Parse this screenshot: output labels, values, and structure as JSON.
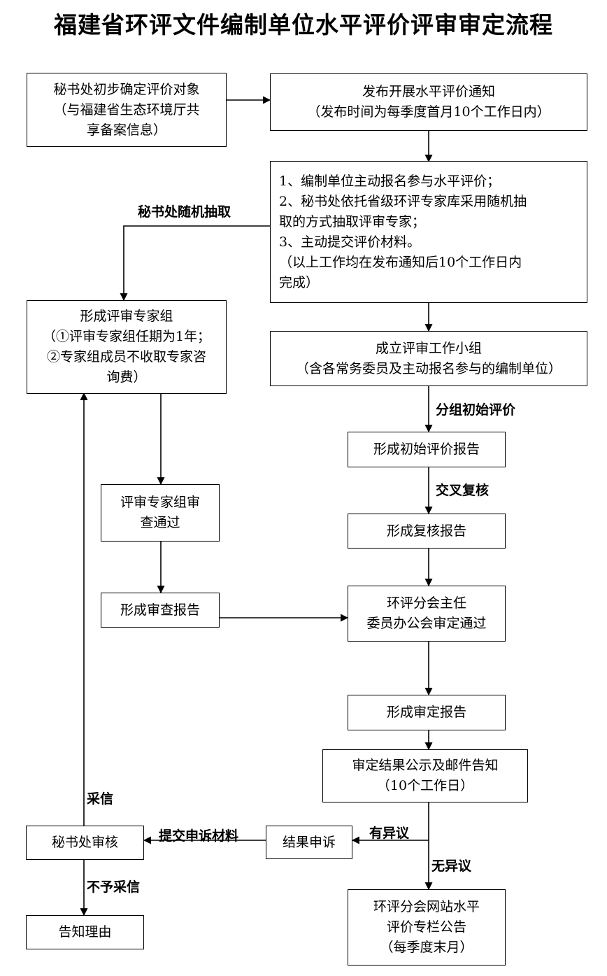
{
  "title": "福建省环评文件编制单位水平评价评审审定流程",
  "nodes": {
    "select_targets": [
      "秘书处初步确定评价对象",
      "（与福建省生态环境厅共",
      "享备案信息）"
    ],
    "publish_notice": [
      "发布开展水平评价通知",
      "（发布时间为每季度首月10个工作日内）"
    ],
    "tasks": [
      "1、编制单位主动报名参与水平评价；",
      "2、秘书处依托省级环评专家库采用随机抽",
      "取的方式抽取评审专家；",
      "3、主动提交评价材料。",
      "（以上工作均在发布通知后10个工作日内",
      "完成）"
    ],
    "expert_group": [
      "形成评审专家组",
      "（①评审专家组任期为1年；",
      "②专家组成员不收取专家咨",
      "询费）"
    ],
    "work_group": [
      "成立评审工作小组",
      "（含各常务委员及主动报名参与的编制单位）"
    ],
    "initial_report": [
      "形成初始评价报告"
    ],
    "review_report": [
      "形成复核报告"
    ],
    "expert_pass": [
      "评审专家组审",
      "查通过"
    ],
    "audit_report": [
      "形成审查报告"
    ],
    "office_approval": [
      "环评分会主任",
      "委员办公会审定通过"
    ],
    "final_report": [
      "形成审定报告"
    ],
    "publicity": [
      "审定结果公示及邮件告知",
      "（10个工作日）"
    ],
    "appeal": [
      "结果申诉"
    ],
    "secretariat_review": [
      "秘书处审核"
    ],
    "inform_reason": [
      "告知理由"
    ],
    "website_notice": [
      "环评分会网站水平",
      "评价专栏公告",
      "（每季度末月）"
    ]
  },
  "edge_labels": {
    "random_draw": "秘书处随机抽取",
    "group_initial": "分组初始评价",
    "cross_check": "交叉复核",
    "has_objection": "有异议",
    "no_objection": "无异议",
    "submit_appeal": "提交申诉材料",
    "adopt": "采信",
    "not_adopt": "不予采信"
  }
}
